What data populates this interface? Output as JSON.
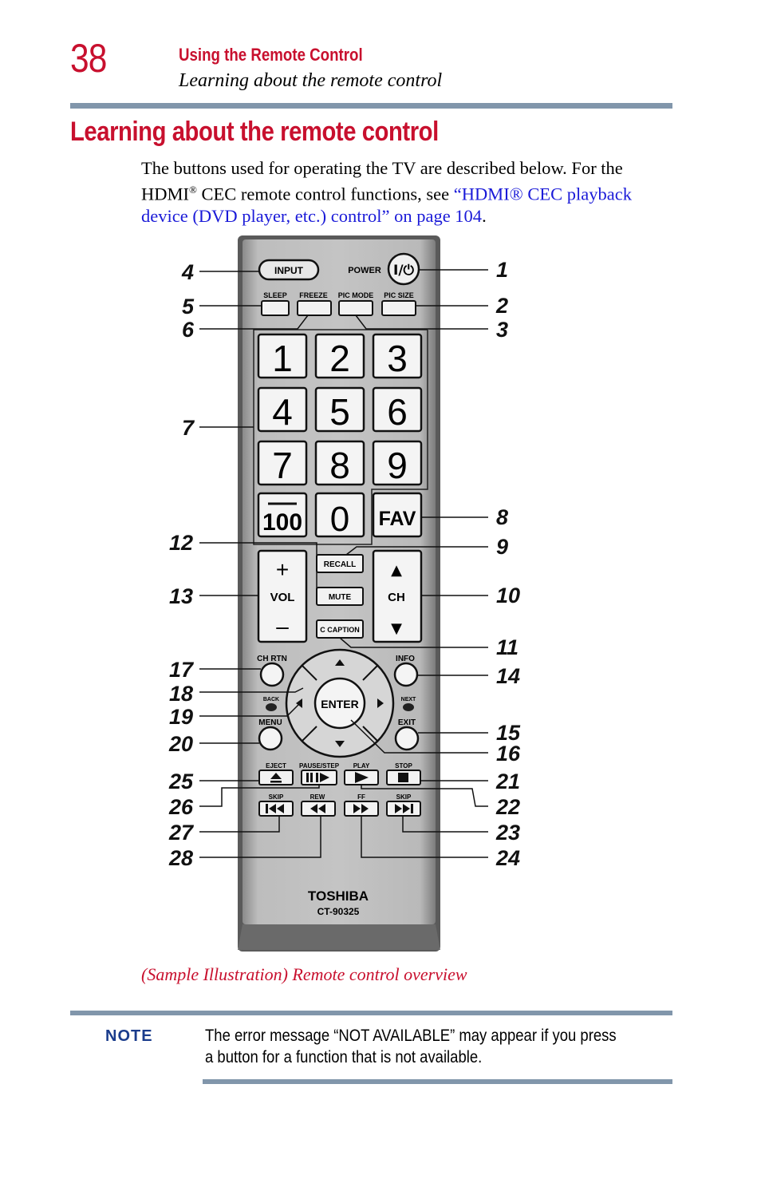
{
  "page_number": "38",
  "header": {
    "section": "Using the Remote Control",
    "subsection": "Learning about the remote control"
  },
  "heading": "Learning about the remote control",
  "intro": {
    "part1": "The buttons used for operating the TV are described below. For the HDMI",
    "reg": "®",
    "part2": " CEC remote control functions, see ",
    "link": "“HDMI® CEC playback device (DVD player, etc.) control” on page 104",
    "part3": "."
  },
  "figure": {
    "caption": "(Sample Illustration) Remote control overview",
    "brand": "TOSHIBA",
    "model": "CT-90325",
    "buttons": {
      "input": "INPUT",
      "power": "POWER",
      "power_symbol": "I/⏻",
      "sleep": "SLEEP",
      "freeze": "FREEZE",
      "picmode": "PIC MODE",
      "picsize": "PIC SIZE",
      "digits": [
        "1",
        "2",
        "3",
        "4",
        "5",
        "6",
        "7",
        "8",
        "9"
      ],
      "hundred": "100",
      "zero": "0",
      "fav": "FAV",
      "recall": "RECALL",
      "mute": "MUTE",
      "ccaption": "C CAPTION",
      "vol": "VOL",
      "vol_plus": "+",
      "vol_minus": "–",
      "ch": "CH",
      "ch_up": "▲",
      "ch_down": "▼",
      "chrtn": "CH RTN",
      "info": "INFO",
      "back": "BACK",
      "next": "NEXT",
      "enter": "ENTER",
      "menu": "MENU",
      "exit": "EXIT",
      "eject": "EJECT",
      "pausestep": "PAUSE/STEP",
      "play": "PLAY",
      "stop": "STOP",
      "skip_back": "SKIP",
      "rew": "REW",
      "ff": "FF",
      "skip_fwd": "SKIP"
    },
    "callouts_left": [
      "4",
      "5",
      "6",
      "7",
      "12",
      "13",
      "17",
      "18",
      "19",
      "20",
      "25",
      "26",
      "27",
      "28"
    ],
    "callouts_right": [
      "1",
      "2",
      "3",
      "8",
      "9",
      "10",
      "11",
      "14",
      "15",
      "16",
      "21",
      "22",
      "23",
      "24"
    ]
  },
  "note": {
    "label": "NOTE",
    "text": "The error message “NOT AVAILABLE” may appear if you press a button for a function that is not available."
  },
  "colors": {
    "accent_red": "#c8102e",
    "link_blue": "#1a1ad8",
    "rule_gray": "#8196ab",
    "note_blue": "#1a3c8c"
  }
}
